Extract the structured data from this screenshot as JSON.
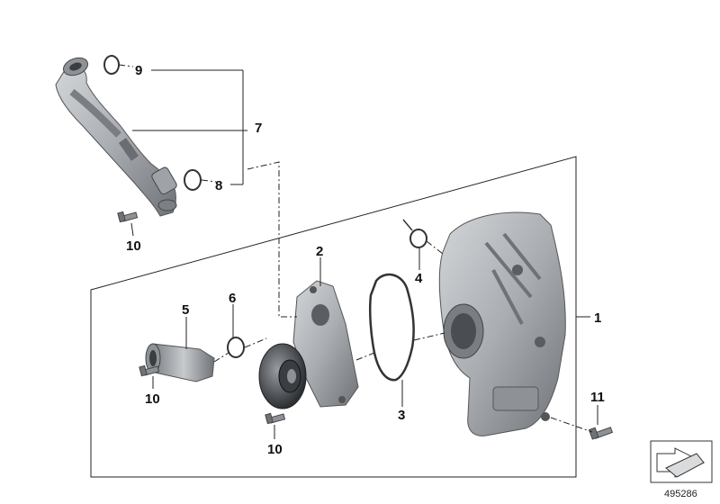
{
  "diagram": {
    "part_labels": [
      "1",
      "2",
      "3",
      "4",
      "5",
      "6",
      "7",
      "8",
      "9",
      "10",
      "10",
      "10",
      "11"
    ],
    "reference_number": "495286"
  },
  "colors": {
    "part_fill": "#a9adb1",
    "part_dark": "#6f7378",
    "part_light": "#d3d6d9",
    "line": "#222222"
  }
}
